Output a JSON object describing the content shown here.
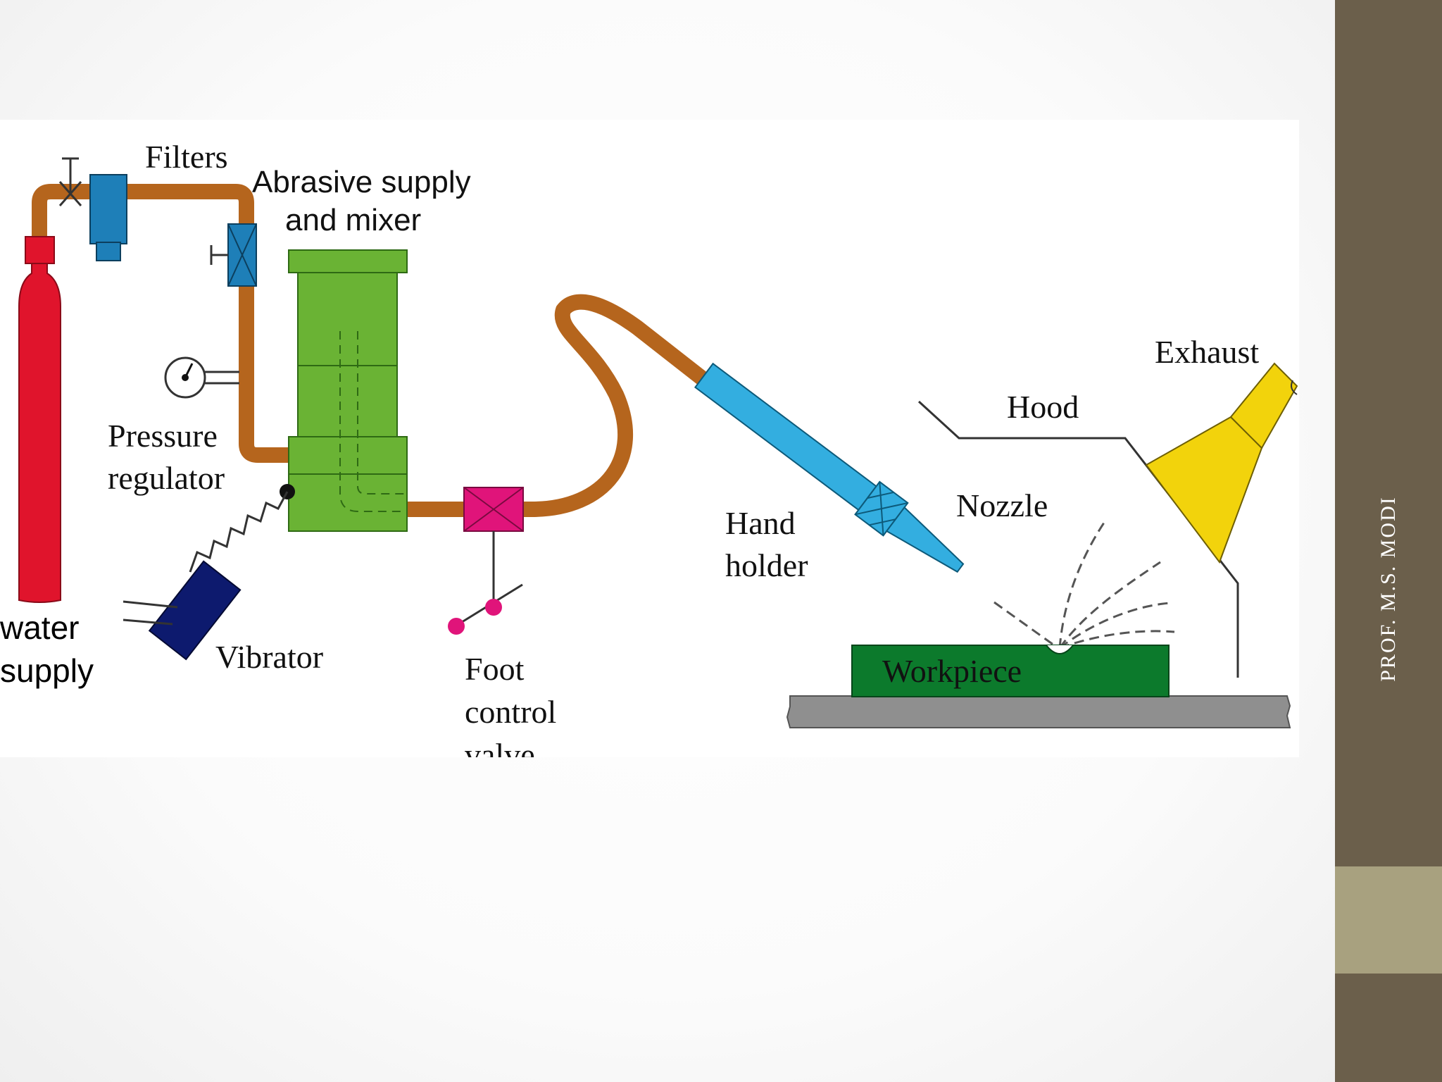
{
  "slide": {
    "author": "PROF. M.S. MODI"
  },
  "diagram": {
    "labels": {
      "filters": "Filters",
      "abrasive_supply": "Abrasive supply",
      "and_mixer": "and  mixer",
      "pressure": "Pressure",
      "regulator": "regulator",
      "water": "water",
      "supply": "supply",
      "vibrator": "Vibrator",
      "foot": "Foot",
      "control": "control",
      "valve": "valve",
      "hand": "Hand",
      "holder": "holder",
      "nozzle": "Nozzle",
      "hood": "Hood",
      "exhaust": "Exhaust",
      "workpiece": "Workpiece"
    },
    "colors": {
      "cylinder": "#e0142c",
      "pipe": "#b5651d",
      "filter": "#1e7fb8",
      "mixer": "#6ab334",
      "valve": "#e0147a",
      "holder": "#33aee0",
      "workpiece": "#0c7a2c",
      "exhaust": "#f2d30c",
      "vibrator": "#0d1a6e",
      "table": "#8f8f8f"
    }
  }
}
